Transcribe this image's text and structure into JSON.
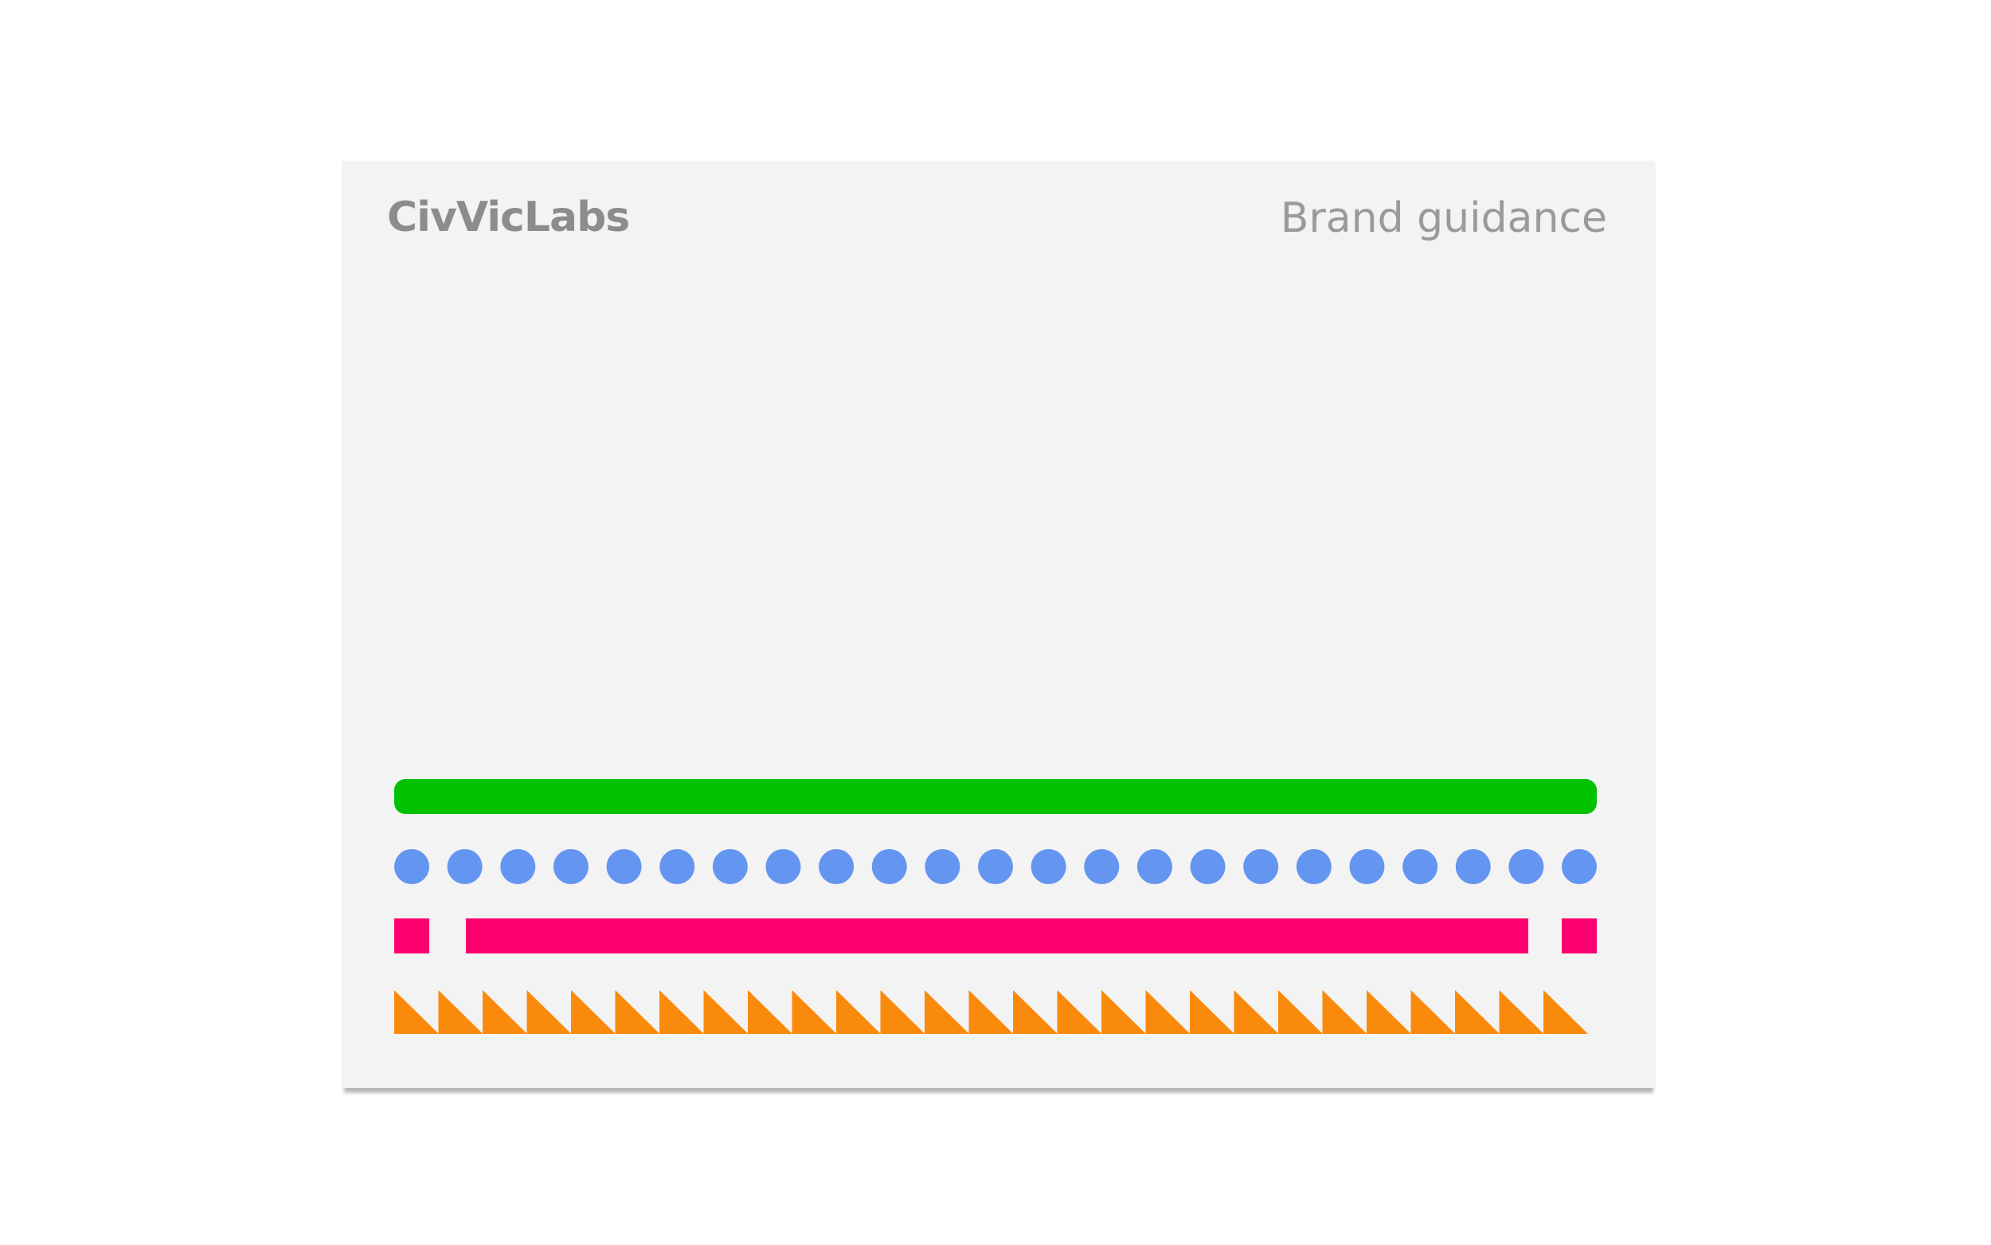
{
  "card": {
    "brand_name": "CivVicLabs",
    "subtitle": "Brand guidance"
  },
  "patterns": {
    "line_color": "#00c200",
    "dot_color": "#6495f0",
    "bar_color": "#fb006e",
    "triangle_color": "#fa8a0c",
    "dot_count": 23,
    "triangle_count": 27
  },
  "colors": {
    "background": "#ffffff",
    "card": "#f3f3f3",
    "text": "#8c8c8c"
  }
}
